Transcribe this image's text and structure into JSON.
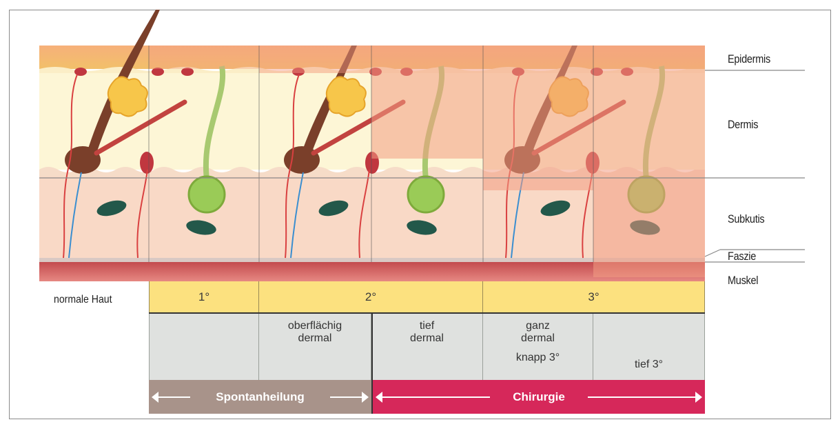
{
  "layers": {
    "epidermis": "Epidermis",
    "dermis": "Dermis",
    "subkutis": "Subkutis",
    "faszie": "Faszie",
    "muskel": "Muskel"
  },
  "degrees": {
    "normal": "normale Haut",
    "first": "1°",
    "second": "2°",
    "third": "3°"
  },
  "subdivisions": {
    "superficial": "oberflächig\ndermal",
    "deep": "tief\ndermal",
    "full": "ganz\ndermal",
    "near_third": "knapp 3°",
    "deep_third": "tief 3°"
  },
  "treatment": {
    "spontaneous": "Spontanheilung",
    "surgery": "Chirurgie"
  },
  "colors": {
    "degree_band": "#fce17f",
    "spontaneous_bar": "#a8938a",
    "surgery_bar": "#d6285a",
    "burn_overlay": "#f39c84"
  }
}
